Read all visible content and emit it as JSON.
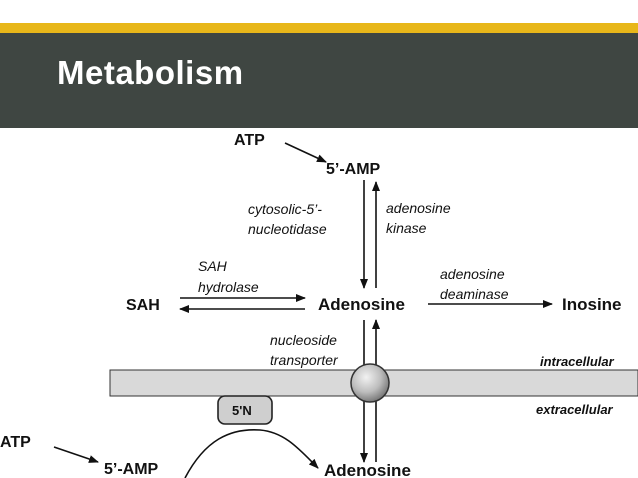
{
  "slide": {
    "title": "Metabolism"
  },
  "diagram": {
    "atp_top": "ATP",
    "amp_top": "5’-AMP",
    "cytosolic_line1": "cytosolic-5’-",
    "cytosolic_line2": "nucleotidase",
    "kinase_line1": "adenosine",
    "kinase_line2": "kinase",
    "sah_hydrolase_line1": "SAH",
    "sah_hydrolase_line2": "hydrolase",
    "sah": "SAH",
    "adenosine_center": "Adenosine",
    "deaminase_line1": "adenosine",
    "deaminase_line2": "deaminase",
    "inosine": "Inosine",
    "transporter_line1": "nucleoside",
    "transporter_line2": "transporter",
    "intracellular": "intracellular",
    "extracellular": "extracellular",
    "ecto_enzyme": "5'N",
    "atp_bottom": "ATP",
    "amp_bottom": "5’-AMP",
    "adenosine_bottom": "Adenosine"
  }
}
